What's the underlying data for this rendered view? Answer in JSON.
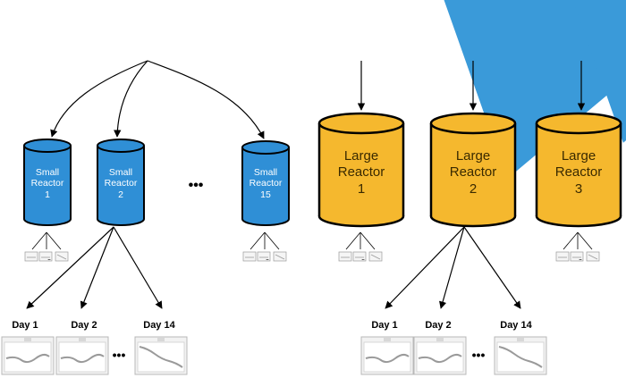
{
  "colors": {
    "small_reactor": "#2f8fd6",
    "large_reactor": "#f5b82e",
    "flask": "#3a9ad9",
    "arrow": "#000000",
    "thumb_border": "#b8b8b8",
    "thumb_fill": "#f2f2f2"
  },
  "icons": {
    "flask": "erlenmeyer-flask-icon",
    "sample_plot": "sample-plot-thumbnail"
  },
  "small_reactors": [
    {
      "line1": "Small",
      "line2": "Reactor",
      "number": "1"
    },
    {
      "line1": "Small",
      "line2": "Reactor",
      "number": "2"
    },
    {
      "line1": "Small",
      "line2": "Reactor",
      "number": "15"
    }
  ],
  "large_reactors": [
    {
      "line1": "Large",
      "line2": "Reactor",
      "number": "1"
    },
    {
      "line1": "Large",
      "line2": "Reactor",
      "number": "2"
    },
    {
      "line1": "Large",
      "line2": "Reactor",
      "number": "3"
    }
  ],
  "ellipsis": "•••",
  "left_days": [
    "Day 1",
    "Day 2",
    "Day 14"
  ],
  "right_days": [
    "Day 1",
    "Day 2",
    "Day 14"
  ]
}
